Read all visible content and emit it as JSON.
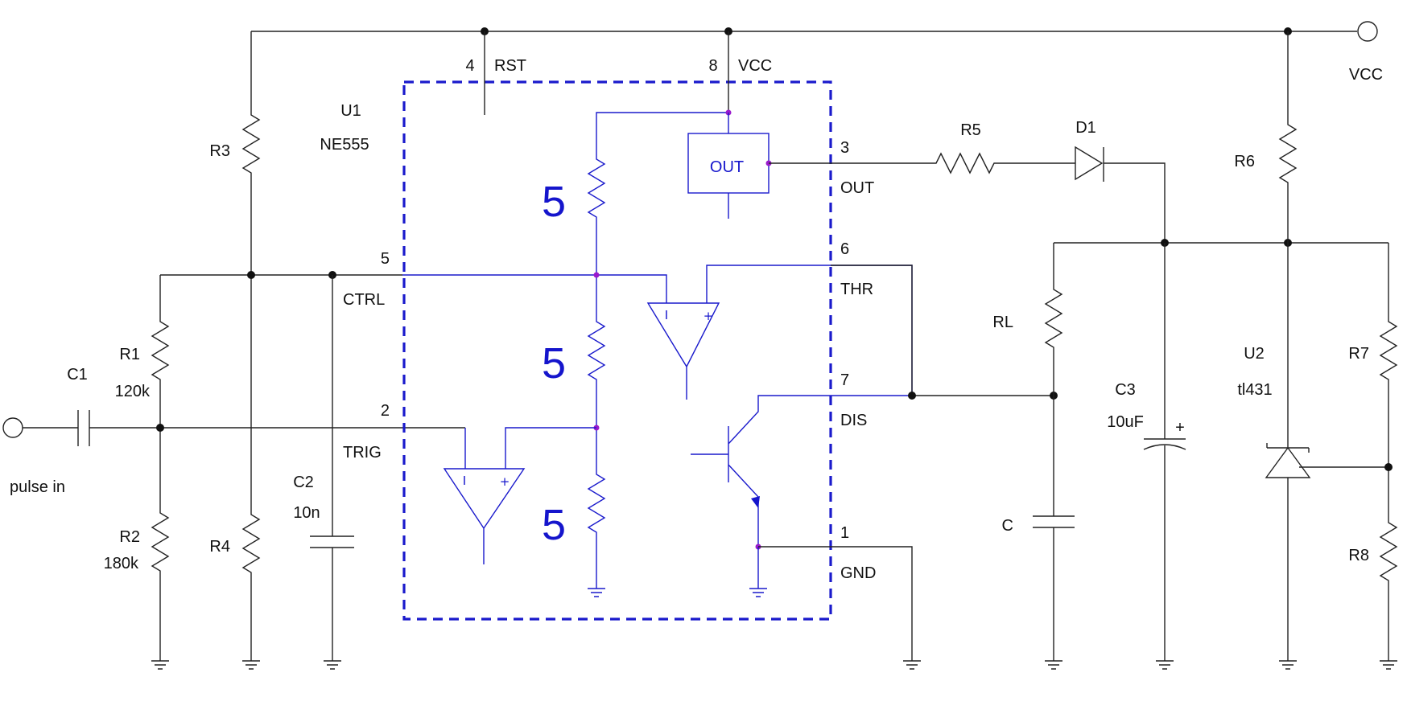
{
  "ic": {
    "ref": "U1",
    "part": "NE555"
  },
  "pins": {
    "rst": {
      "num": "4",
      "name": "RST"
    },
    "vcc": {
      "num": "8",
      "name": "VCC"
    },
    "out": {
      "num": "3",
      "name": "OUT"
    },
    "thr": {
      "num": "6",
      "name": "THR"
    },
    "ctrl": {
      "num": "5",
      "name": "CTRL"
    },
    "dis": {
      "num": "7",
      "name": "DIS"
    },
    "trig": {
      "num": "2",
      "name": "TRIG"
    },
    "gnd": {
      "num": "1",
      "name": "GND"
    }
  },
  "internal": {
    "out_block": "OUT",
    "divider_values": [
      "5",
      "5",
      "5"
    ],
    "minus": "I",
    "plus": "+"
  },
  "components": {
    "r1": {
      "ref": "R1",
      "value": "120k"
    },
    "r2": {
      "ref": "R2",
      "value": "180k"
    },
    "r3": {
      "ref": "R3"
    },
    "r4": {
      "ref": "R4"
    },
    "r5": {
      "ref": "R5"
    },
    "r6": {
      "ref": "R6"
    },
    "r7": {
      "ref": "R7"
    },
    "r8": {
      "ref": "R8"
    },
    "rl": {
      "ref": "RL"
    },
    "c1": {
      "ref": "C1"
    },
    "c2": {
      "ref": "C2",
      "value": "10n"
    },
    "c3": {
      "ref": "C3",
      "value": "10uF",
      "polarity": "+"
    },
    "c": {
      "ref": "C"
    },
    "d1": {
      "ref": "D1"
    },
    "u2": {
      "ref": "U2",
      "part": "tl431"
    }
  },
  "ports": {
    "vcc": "VCC",
    "input": "pulse in"
  },
  "colors": {
    "wire": "#222222",
    "internal": "#1a1acc",
    "junction": "#111111",
    "internal_junction": "#9a1acc"
  }
}
